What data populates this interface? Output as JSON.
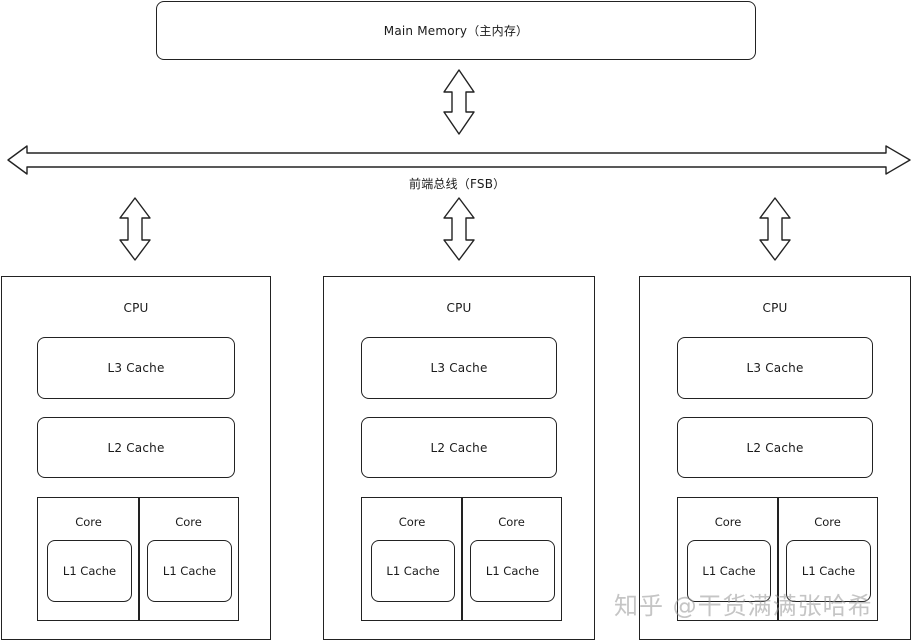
{
  "main_memory": {
    "label": "Main Memory（主内存）"
  },
  "bus": {
    "label": "前端总线（FSB）"
  },
  "cpus": [
    {
      "title": "CPU",
      "l3": "L3 Cache",
      "l2": "L2 Cache",
      "cores": [
        {
          "title": "Core",
          "l1": "L1 Cache"
        },
        {
          "title": "Core",
          "l1": "L1 Cache"
        }
      ]
    },
    {
      "title": "CPU",
      "l3": "L3 Cache",
      "l2": "L2 Cache",
      "cores": [
        {
          "title": "Core",
          "l1": "L1 Cache"
        },
        {
          "title": "Core",
          "l1": "L1 Cache"
        }
      ]
    },
    {
      "title": "CPU",
      "l3": "L3 Cache",
      "l2": "L2 Cache",
      "cores": [
        {
          "title": "Core",
          "l1": "L1 Cache"
        },
        {
          "title": "Core",
          "l1": "L1 Cache"
        }
      ]
    }
  ],
  "watermark": "知乎 @干货满满张哈希"
}
